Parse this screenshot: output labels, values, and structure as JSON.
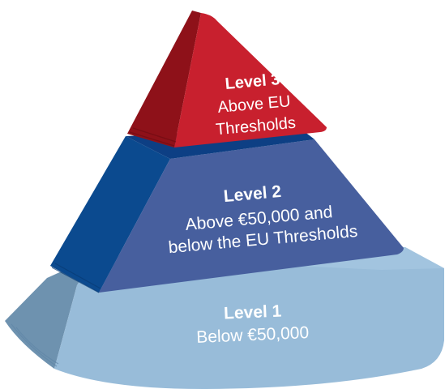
{
  "levels": [
    {
      "title": "Level 3",
      "lines": [
        "Above EU",
        "Thresholds"
      ],
      "color": "#c8202e"
    },
    {
      "title": "Level 2",
      "lines": [
        "Above €50,000 and",
        "below the EU Thresholds"
      ],
      "color": "#475f9e"
    },
    {
      "title": "Level 1",
      "lines": [
        "Below €50,000"
      ],
      "color": "#98bcd9"
    }
  ]
}
